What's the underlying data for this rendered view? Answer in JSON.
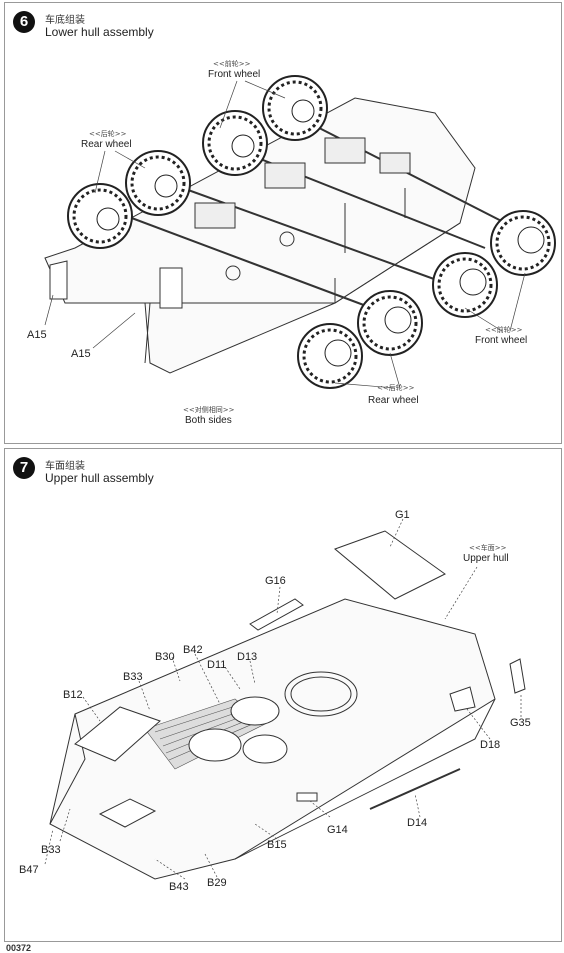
{
  "steps": [
    {
      "number": "6",
      "title_cn": "车底组装",
      "title_en": "Lower hull assembly",
      "callouts": [
        {
          "cn": "<<前轮>>",
          "en": "Front wheel"
        },
        {
          "cn": "<<后轮>>",
          "en": "Rear wheel"
        },
        {
          "cn": "<<前轮>>",
          "en": "Front wheel"
        },
        {
          "cn": "<<后轮>>",
          "en": "Rear wheel"
        },
        {
          "cn": "<<对侧相同>>",
          "en": "Both sides"
        }
      ],
      "parts": [
        "A15",
        "A15"
      ]
    },
    {
      "number": "7",
      "title_cn": "车面组装",
      "title_en": "Upper hull assembly",
      "callouts": [
        {
          "cn": "<<车面>>",
          "en": "Upper hull"
        }
      ],
      "parts": [
        "G1",
        "G16",
        "B42",
        "B30",
        "D11",
        "D13",
        "B33",
        "B12",
        "G35",
        "D18",
        "G14",
        "D14",
        "B15",
        "B33",
        "B47",
        "B43",
        "B29"
      ]
    }
  ],
  "footer": "00372"
}
